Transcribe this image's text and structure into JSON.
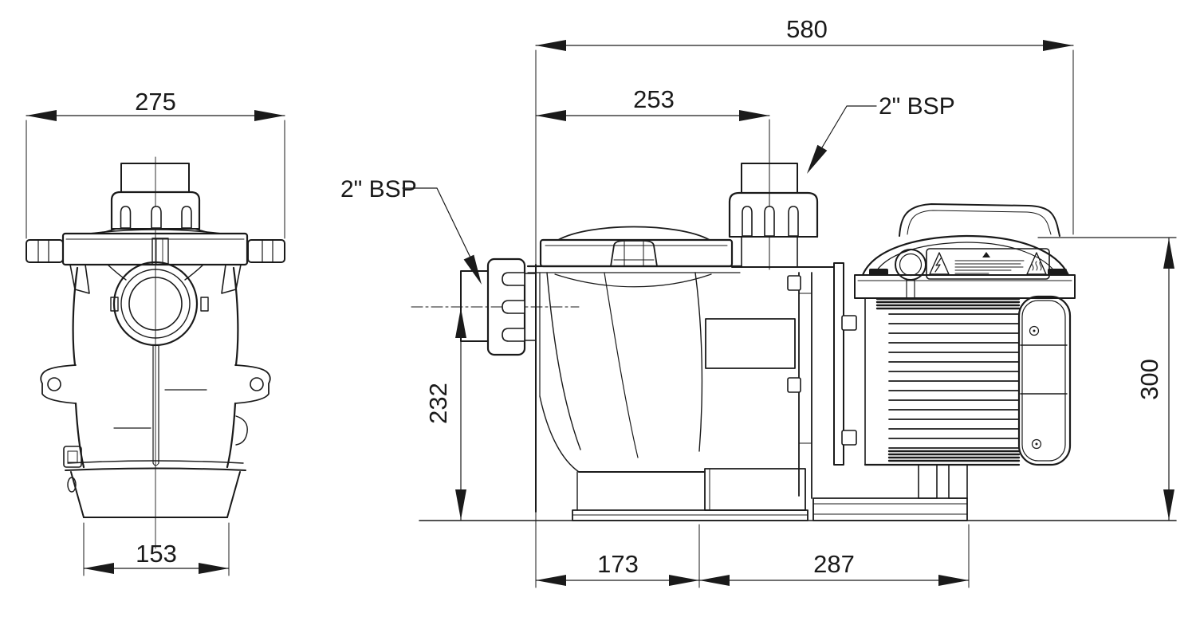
{
  "page": {
    "background": "#ffffff",
    "line_color": "#1a1a1a",
    "description": "Two-view dimensioned technical drawing of a swimming pool pump"
  },
  "front_view": {
    "dimensions": {
      "overall_width": "275",
      "base_width": "153"
    }
  },
  "side_view": {
    "dimensions": {
      "overall_length": "580",
      "front_to_discharge_center": "253",
      "suction_center_height": "232",
      "front_to_first_foot": "173",
      "foot_spacing": "287",
      "motor_top_height": "300"
    },
    "labels": {
      "suction_port": "2\" BSP",
      "discharge_port": "2\" BSP"
    }
  }
}
